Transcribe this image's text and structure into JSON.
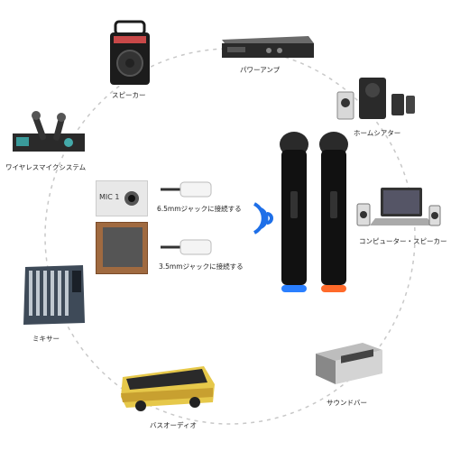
{
  "devices": {
    "speaker": {
      "label": "スピーカー",
      "icon": "speaker-icon"
    },
    "power_amp": {
      "label": "パワーアンプ",
      "icon": "amplifier-icon"
    },
    "home_theater": {
      "label": "ホームシアター",
      "icon": "home-theater-icon"
    },
    "wireless_system": {
      "label": "ワイヤレスマイクシステム",
      "icon": "wireless-mic-system-icon"
    },
    "computer_speaker": {
      "label": "コンピューター・スピーカー",
      "icon": "laptop-speaker-icon"
    },
    "mixer": {
      "label": "ミキサー",
      "icon": "mixer-icon"
    },
    "soundbar": {
      "label": "サウンドバー",
      "icon": "soundbar-icon"
    },
    "bus_audio": {
      "label": "バスオーディオ",
      "icon": "bus-icon"
    }
  },
  "center": {
    "panel_label": "MIC 1",
    "jack_65": "6.5mmジャックに接続する",
    "jack_35": "3.5mmジャックに接続する",
    "mic_left_ring": "#2a7fff",
    "mic_right_ring": "#ff6a2a",
    "wifi_color": "#1e6fe8"
  }
}
